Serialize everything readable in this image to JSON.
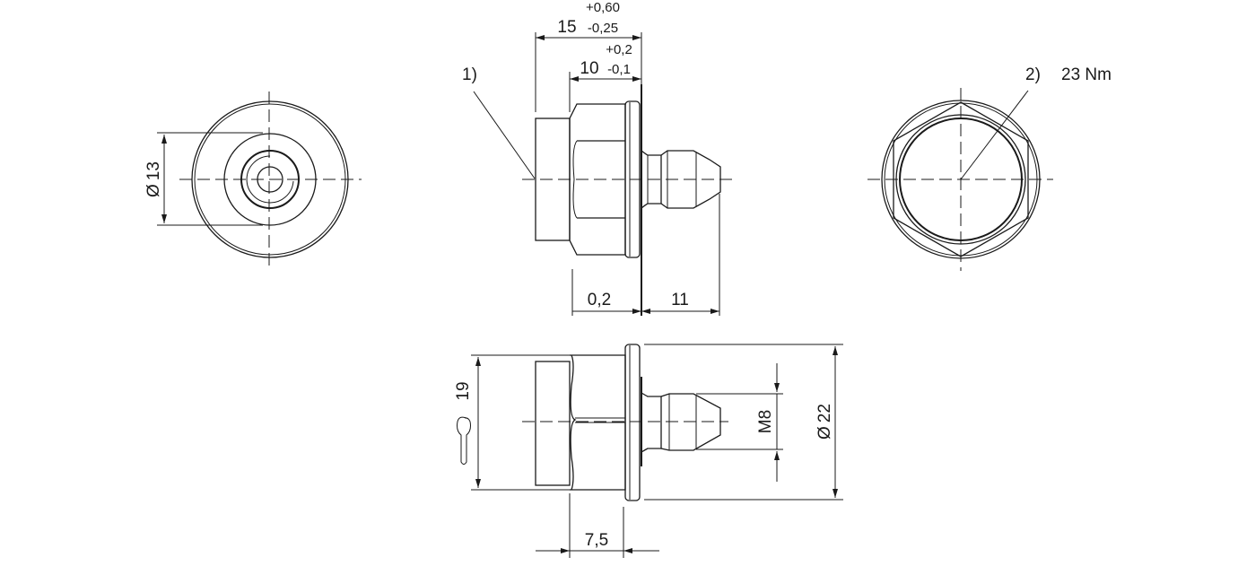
{
  "drawing": {
    "type": "technical-drawing",
    "subject": "pressure sensor fitting with hex body and M8 connector",
    "line_color": "#1a1a1a",
    "background": "#ffffff"
  },
  "views": {
    "end_view_left": {
      "dimension_diameter": "13",
      "diameter_symbol": "Ø"
    },
    "side_view_top": {
      "length_nominal": "15",
      "length_tol_upper": "+0,60",
      "length_tol_lower": "-0,25",
      "hex_length_nominal": "10",
      "hex_length_tol_upper": "+0,2",
      "hex_length_tol_lower": "-0,1",
      "callout_1": "1)",
      "dim_gap": "0,2",
      "dim_connector": "11"
    },
    "end_view_right": {
      "callout_2": "2)",
      "torque": "23 Nm"
    },
    "side_view_bottom": {
      "wrench_size": "19",
      "wrench_icon": "wrench-icon",
      "thread": "M8",
      "flange_diameter": "22",
      "diameter_symbol": "Ø",
      "hex_length": "7,5"
    }
  }
}
